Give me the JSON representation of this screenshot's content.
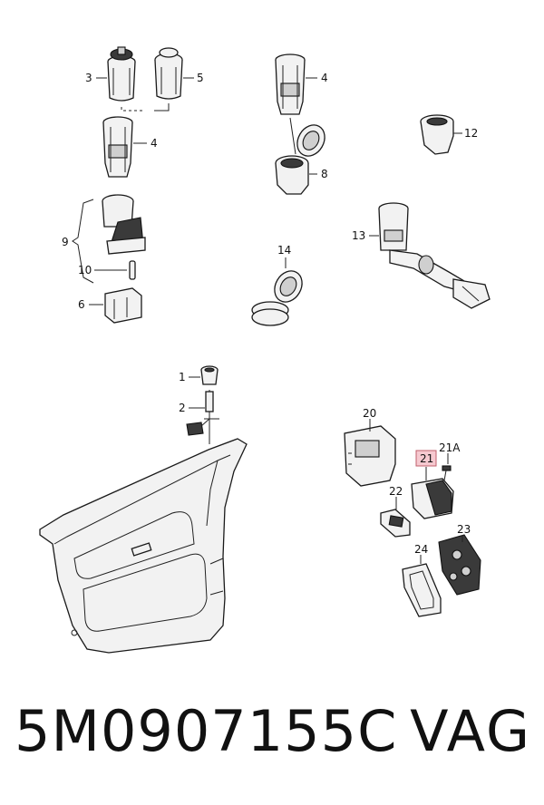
{
  "labels": {
    "l1": "1",
    "l2": "2",
    "l3": "3",
    "l4a": "4",
    "l4b": "4",
    "l5": "5",
    "l6": "6",
    "l8": "8",
    "l9": "9",
    "l10": "10",
    "l12": "12",
    "l13": "13",
    "l14": "14",
    "l20": "20",
    "l21": "21",
    "l21a": "21A",
    "l22": "22",
    "l23": "23",
    "l24": "24"
  },
  "footer": {
    "part_number": "5M0907155C",
    "brand": "VAG"
  },
  "colors": {
    "highlight": "#f6c9d0",
    "ink": "#1a1a1a"
  }
}
